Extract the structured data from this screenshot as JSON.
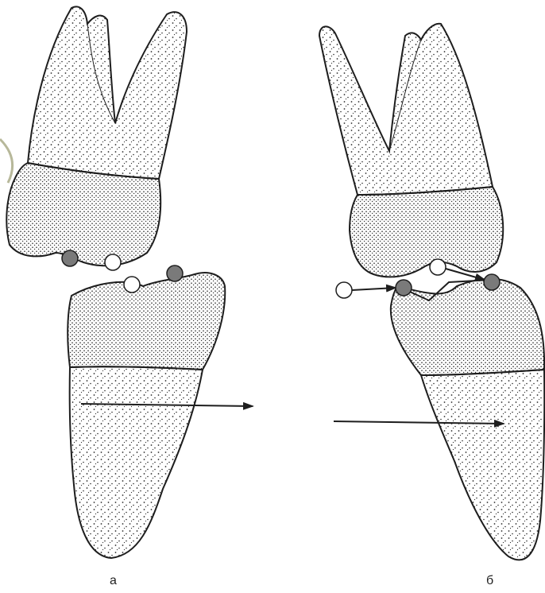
{
  "labels": {
    "left": "а",
    "right": "б"
  },
  "colors": {
    "outline": "#1e1e1e",
    "stipple": "#2a2a2a",
    "contact_dark": "#7a7a7a",
    "contact_light": "#ffffff",
    "background": "#ffffff",
    "corner_accent": "#b7b89a"
  },
  "icons": {
    "contact_dark": "filled-gray-circle",
    "contact_light": "hollow-white-circle",
    "direction": "right-arrow"
  }
}
